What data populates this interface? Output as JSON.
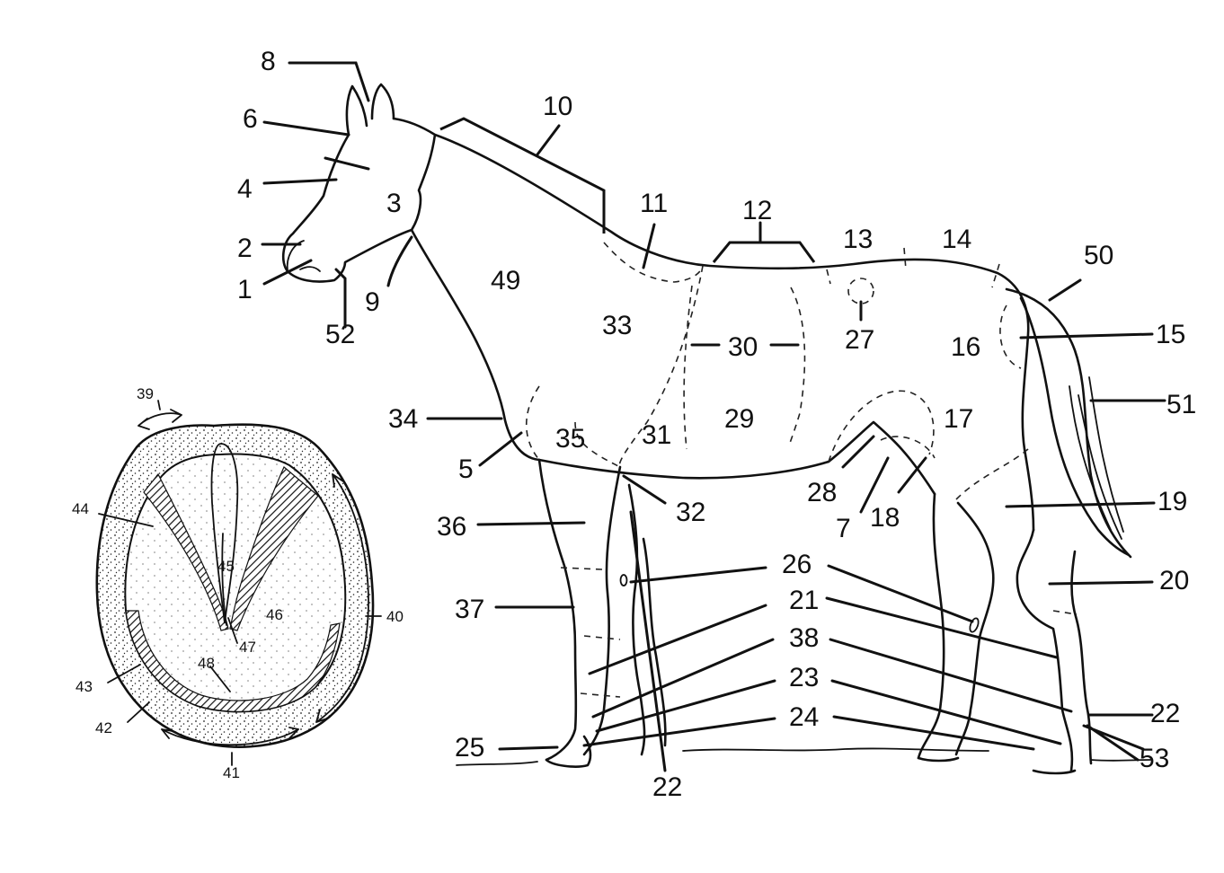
{
  "horse_labels": [
    "1",
    "2",
    "3",
    "4",
    "5",
    "6",
    "7",
    "8",
    "9",
    "10",
    "11",
    "12",
    "13",
    "14",
    "15",
    "16",
    "17",
    "18",
    "19",
    "20",
    "21",
    "22",
    "22",
    "23",
    "24",
    "25",
    "26",
    "27",
    "28",
    "29",
    "30",
    "31",
    "32",
    "33",
    "34",
    "35",
    "36",
    "37",
    "38",
    "49",
    "50",
    "51",
    "52",
    "53"
  ],
  "hoof_labels": [
    "39",
    "40",
    "41",
    "42",
    "43",
    "44",
    "45",
    "46",
    "47",
    "48"
  ]
}
